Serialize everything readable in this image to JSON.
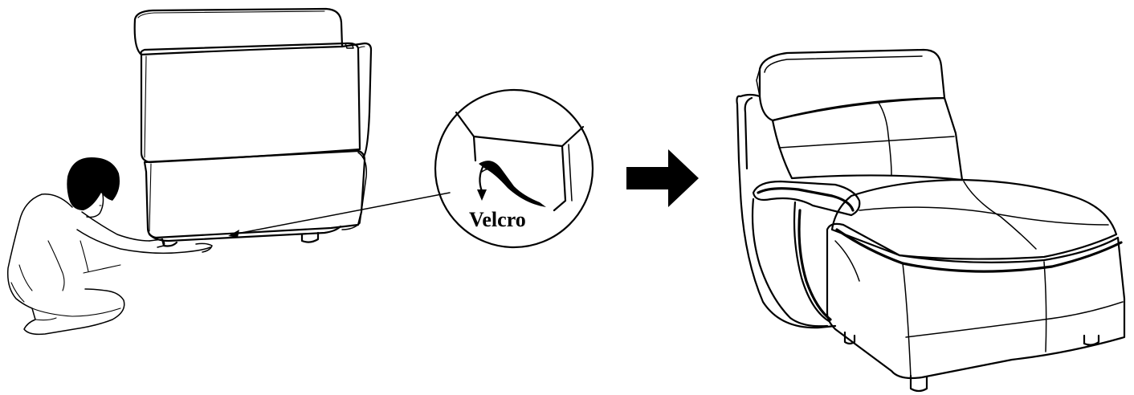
{
  "diagram": {
    "callout_label": "Velcro",
    "colors": {
      "line": "#000000",
      "hair": "#000000",
      "background": "#ffffff"
    },
    "icons": [
      "person-kneeling-illustration",
      "sofa-section-upright-illustration",
      "velcro-detail-magnifier",
      "right-arrow-icon",
      "chaise-lounge-illustration"
    ]
  }
}
